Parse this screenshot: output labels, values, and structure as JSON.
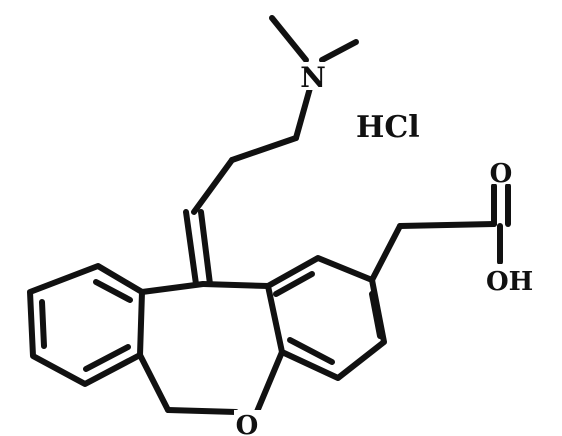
{
  "labels": {
    "nitrogen": "N",
    "salt": "HCl",
    "carbonyl_oxygen": "O",
    "hydroxyl": "OH",
    "ring_oxygen": "O"
  },
  "colors": {
    "ink": "#111111",
    "background": "#ffffff"
  }
}
